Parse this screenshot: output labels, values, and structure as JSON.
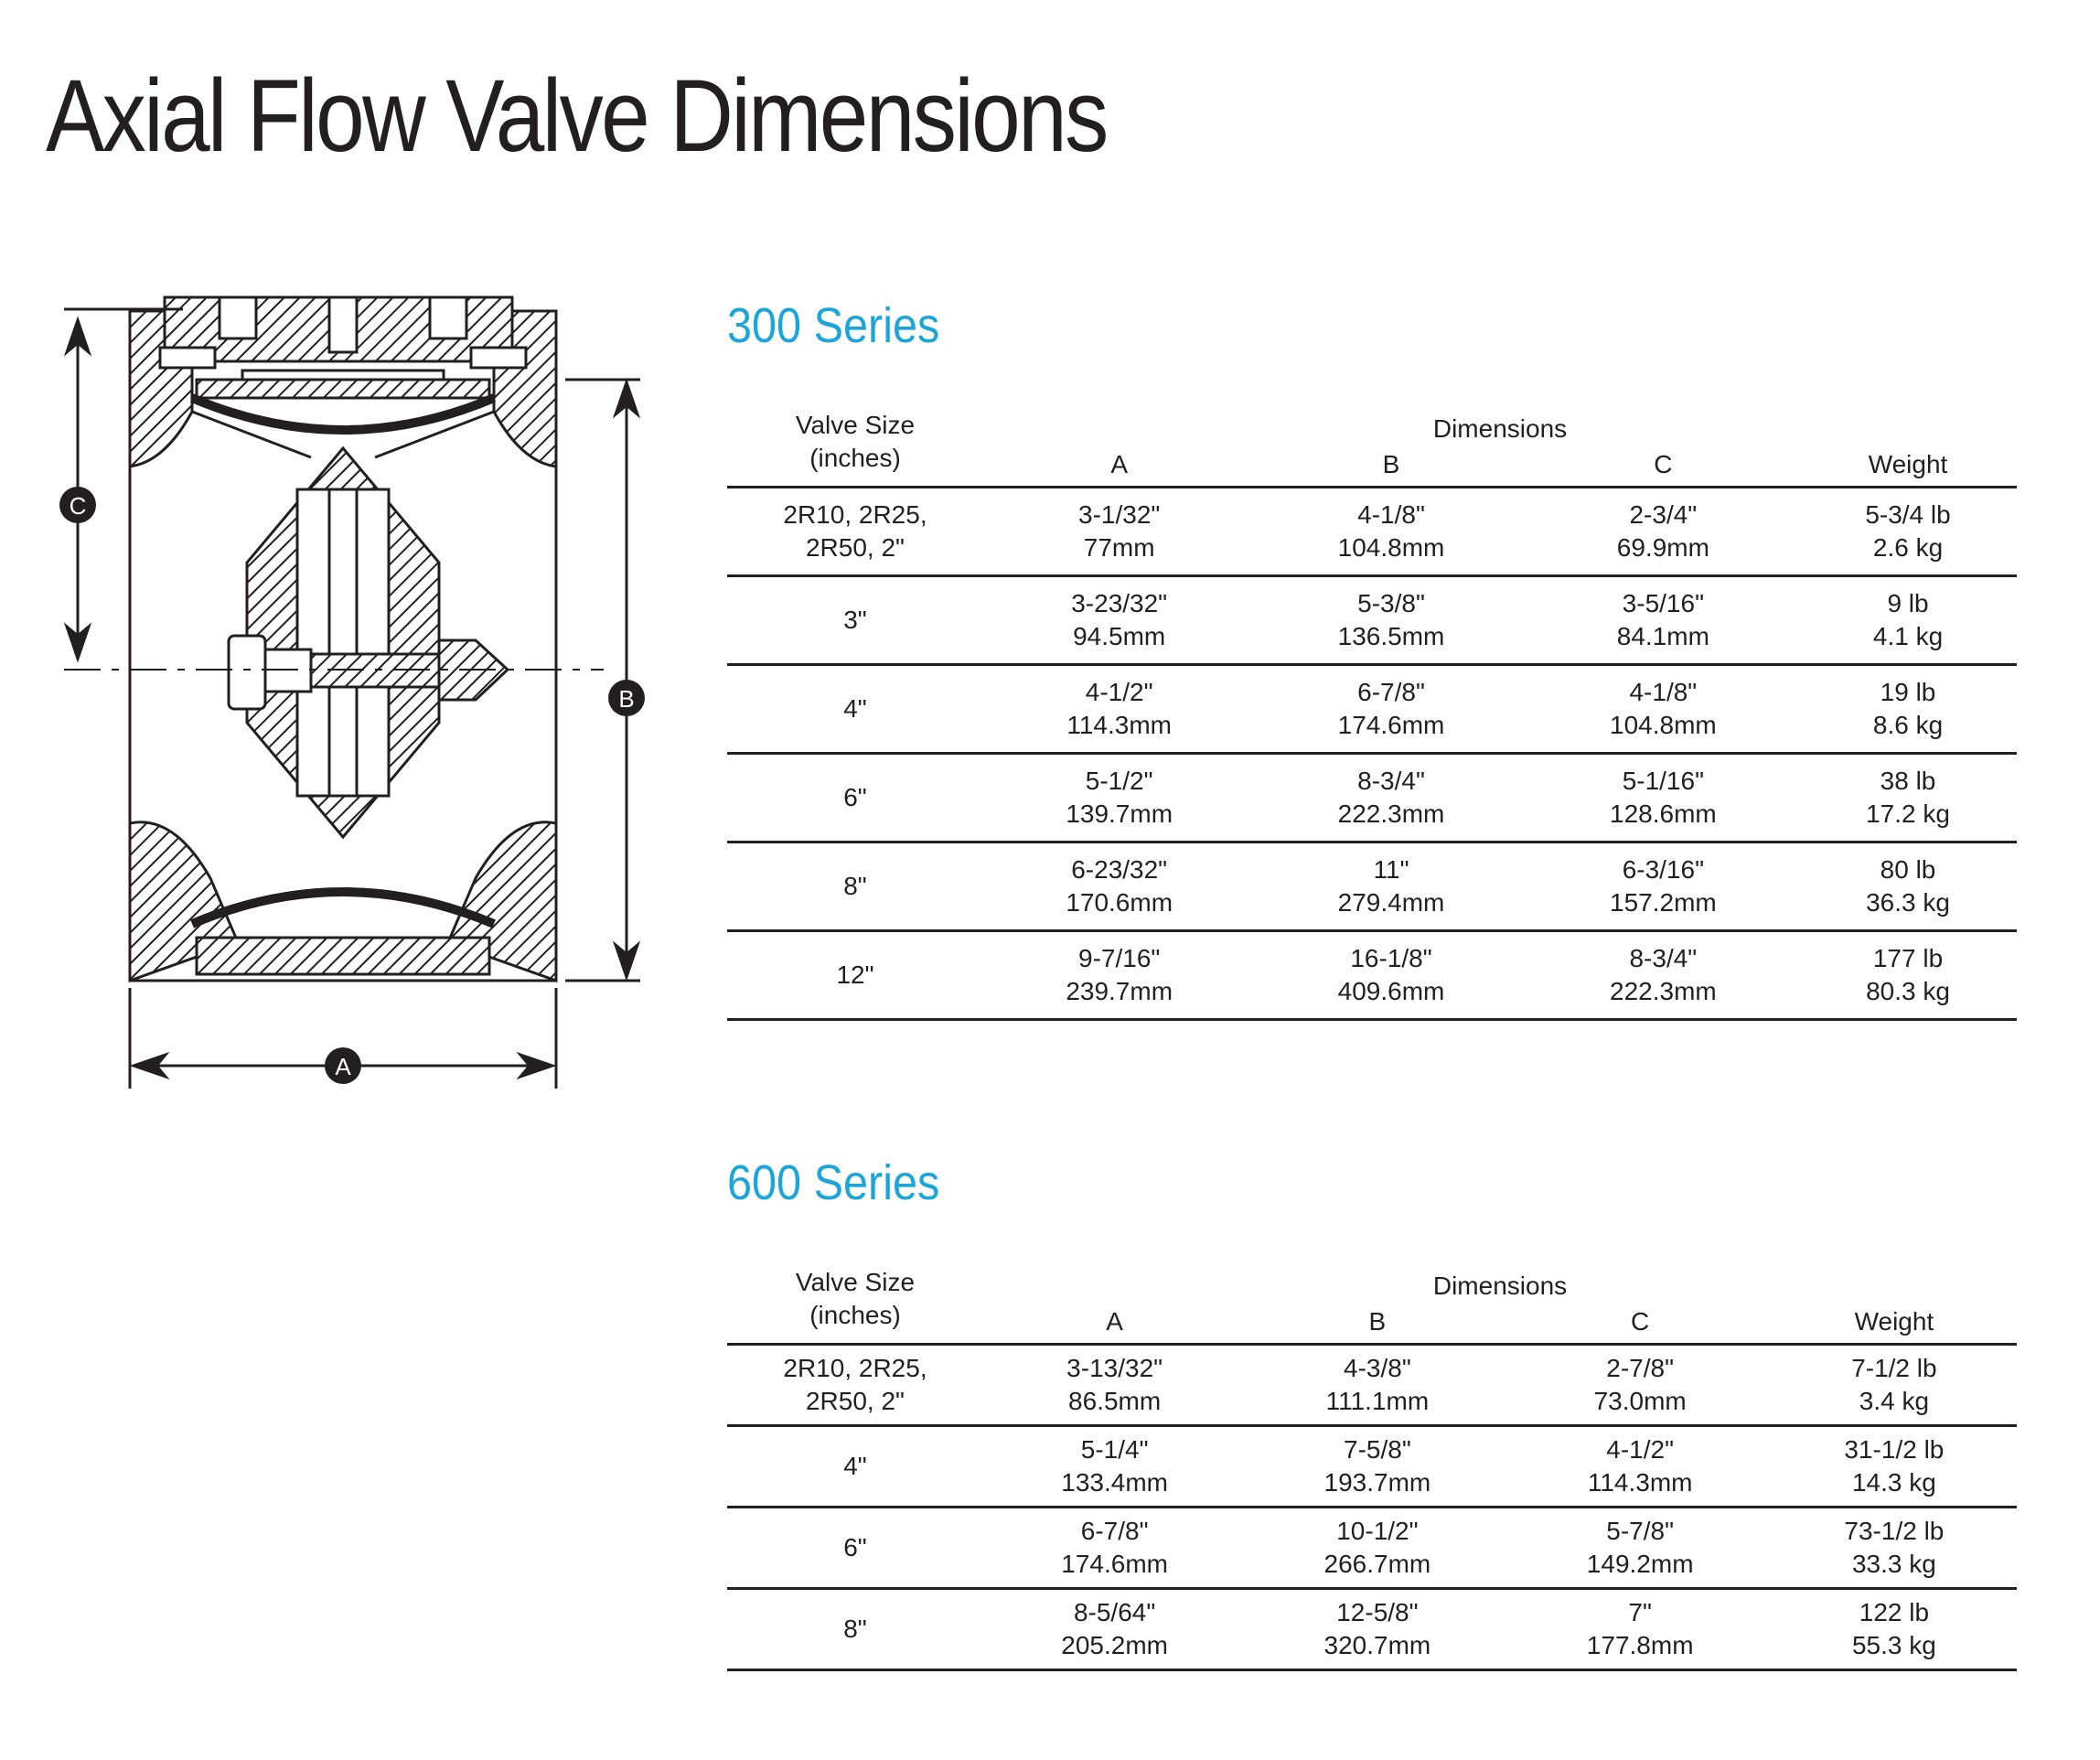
{
  "title": "Axial Flow Valve Dimensions",
  "diagram": {
    "labels": {
      "a": "A",
      "b": "B",
      "c": "C"
    }
  },
  "headers": {
    "valve_size": "Valve Size",
    "valve_size_unit": "(inches)",
    "dimensions": "Dimensions",
    "a": "A",
    "b": "B",
    "c": "C",
    "weight": "Weight"
  },
  "series_300": {
    "title": "300 Series",
    "rows": [
      {
        "size1": "2R10, 2R25,",
        "size2": "2R50, 2\"",
        "a_in": "3-1/32\"",
        "a_mm": "77mm",
        "b_in": "4-1/8\"",
        "b_mm": "104.8mm",
        "c_in": "2-3/4\"",
        "c_mm": "69.9mm",
        "w_lb": "5-3/4 lb",
        "w_kg": "2.6 kg"
      },
      {
        "size1": "3\"",
        "size2": "",
        "a_in": "3-23/32\"",
        "a_mm": "94.5mm",
        "b_in": "5-3/8\"",
        "b_mm": "136.5mm",
        "c_in": "3-5/16\"",
        "c_mm": "84.1mm",
        "w_lb": "9 lb",
        "w_kg": "4.1 kg"
      },
      {
        "size1": "4\"",
        "size2": "",
        "a_in": "4-1/2\"",
        "a_mm": "114.3mm",
        "b_in": "6-7/8\"",
        "b_mm": "174.6mm",
        "c_in": "4-1/8\"",
        "c_mm": "104.8mm",
        "w_lb": "19 lb",
        "w_kg": "8.6 kg"
      },
      {
        "size1": "6\"",
        "size2": "",
        "a_in": "5-1/2\"",
        "a_mm": "139.7mm",
        "b_in": "8-3/4\"",
        "b_mm": "222.3mm",
        "c_in": "5-1/16\"",
        "c_mm": "128.6mm",
        "w_lb": "38 lb",
        "w_kg": "17.2 kg"
      },
      {
        "size1": "8\"",
        "size2": "",
        "a_in": "6-23/32\"",
        "a_mm": "170.6mm",
        "b_in": "11\"",
        "b_mm": "279.4mm",
        "c_in": "6-3/16\"",
        "c_mm": "157.2mm",
        "w_lb": "80 lb",
        "w_kg": "36.3 kg"
      },
      {
        "size1": "12\"",
        "size2": "",
        "a_in": "9-7/16\"",
        "a_mm": "239.7mm",
        "b_in": "16-1/8\"",
        "b_mm": "409.6mm",
        "c_in": "8-3/4\"",
        "c_mm": "222.3mm",
        "w_lb": "177 lb",
        "w_kg": "80.3 kg"
      }
    ]
  },
  "series_600": {
    "title": "600 Series",
    "rows": [
      {
        "size1": "2R10, 2R25,",
        "size2": "2R50, 2\"",
        "a_in": "3-13/32\"",
        "a_mm": "86.5mm",
        "b_in": "4-3/8\"",
        "b_mm": "111.1mm",
        "c_in": "2-7/8\"",
        "c_mm": "73.0mm",
        "w_lb": "7-1/2 lb",
        "w_kg": "3.4 kg"
      },
      {
        "size1": "4\"",
        "size2": "",
        "a_in": "5-1/4\"",
        "a_mm": "133.4mm",
        "b_in": "7-5/8\"",
        "b_mm": "193.7mm",
        "c_in": "4-1/2\"",
        "c_mm": "114.3mm",
        "w_lb": "31-1/2 lb",
        "w_kg": "14.3 kg"
      },
      {
        "size1": "6\"",
        "size2": "",
        "a_in": "6-7/8\"",
        "a_mm": "174.6mm",
        "b_in": "10-1/2\"",
        "b_mm": "266.7mm",
        "c_in": "5-7/8\"",
        "c_mm": "149.2mm",
        "w_lb": "73-1/2 lb",
        "w_kg": "33.3 kg"
      },
      {
        "size1": "8\"",
        "size2": "",
        "a_in": "8-5/64\"",
        "a_mm": "205.2mm",
        "b_in": "12-5/8\"",
        "b_mm": "320.7mm",
        "c_in": "7\"",
        "c_mm": "177.8mm",
        "w_lb": "122 lb",
        "w_kg": "55.3 kg"
      }
    ]
  },
  "colors": {
    "accent": "#1ba5d8",
    "text": "#231f20"
  }
}
